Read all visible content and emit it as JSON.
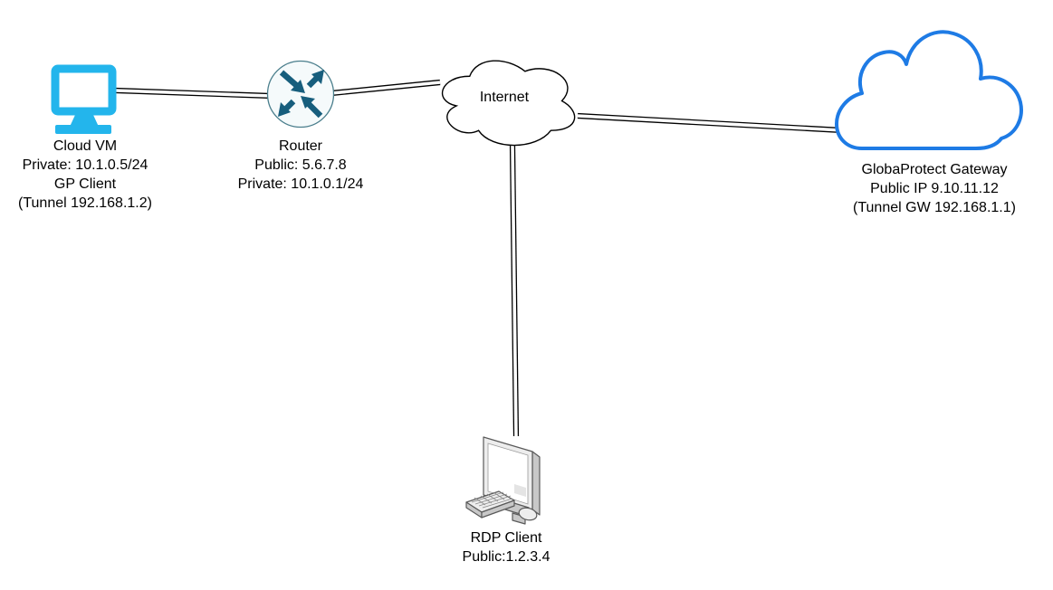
{
  "nodes": {
    "cloud_vm": {
      "icon": "monitor-icon",
      "lines": [
        "Cloud VM",
        "Private: 10.1.0.5/24",
        "GP Client",
        "(Tunnel 192.168.1.2)"
      ]
    },
    "router": {
      "icon": "router-icon",
      "lines": [
        "Router",
        "Public: 5.6.7.8",
        "Private: 10.1.0.1/24"
      ]
    },
    "internet": {
      "icon": "cloud-outline-icon",
      "label": "Internet"
    },
    "gp_gateway": {
      "icon": "cloud-blue-icon",
      "lines": [
        "GlobaProtect Gateway",
        "Public IP 9.10.11.12",
        "(Tunnel GW 192.168.1.1)"
      ]
    },
    "rdp_client": {
      "icon": "desktop-computer-icon",
      "lines": [
        "RDP Client",
        "Public:1.2.3.4"
      ]
    }
  },
  "connections": [
    {
      "from": "cloud_vm",
      "to": "router",
      "style": "double-line"
    },
    {
      "from": "router",
      "to": "internet",
      "style": "double-line"
    },
    {
      "from": "internet",
      "to": "gp_gateway",
      "style": "double-line"
    },
    {
      "from": "internet",
      "to": "rdp_client",
      "style": "double-line"
    }
  ],
  "colors": {
    "background": "#ffffff",
    "line": "#000000",
    "cloud_vm_icon": "#23b5ec",
    "router_symbol": "#175e7d",
    "router_ring": "#4a7e8c",
    "router_fill": "#f5fafb",
    "gateway_cloud": "#1e7be5",
    "rdp_light": "#ededed",
    "rdp_mid": "#c8c8c8",
    "rdp_stroke": "#5a5a5a"
  }
}
